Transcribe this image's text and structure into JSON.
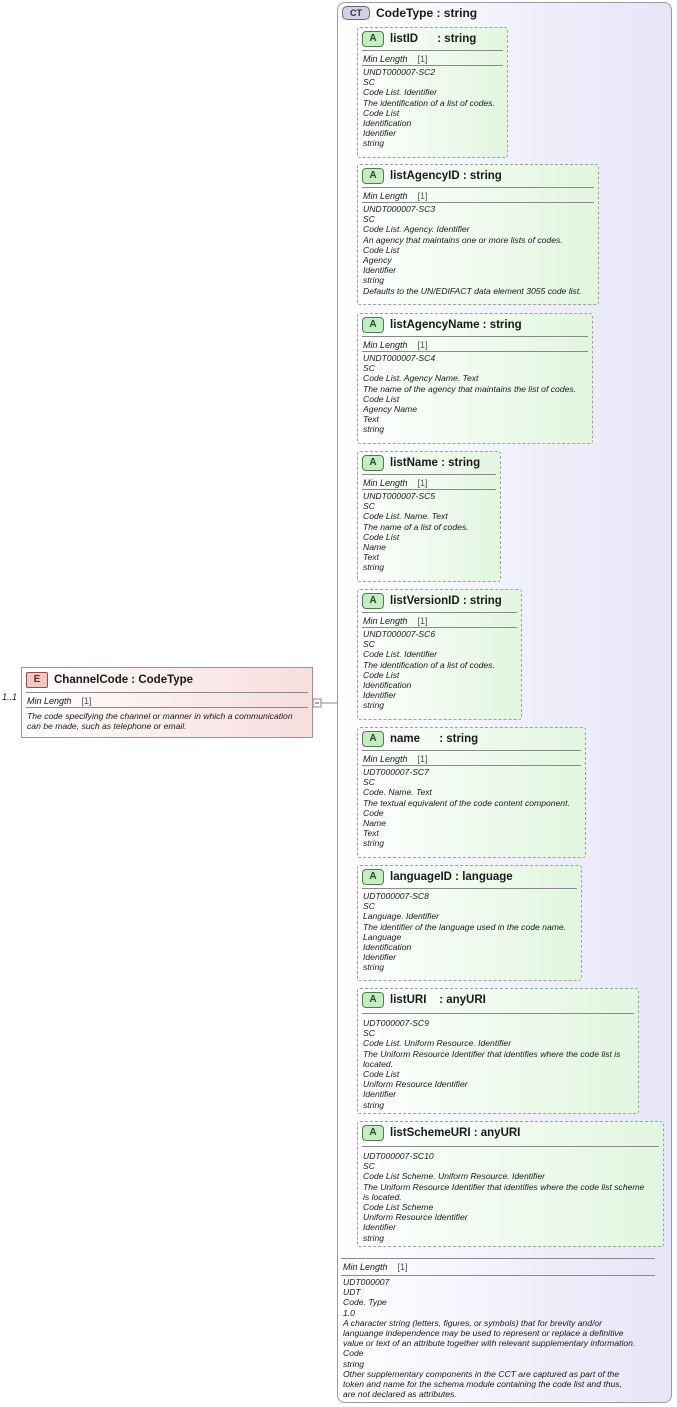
{
  "element": {
    "badge": "E",
    "title": "ChannelCode : CodeType",
    "facet_label": "Min Length",
    "facet_value": "[1]",
    "doc": "The code specifying the channel or manner in which a communication\ncan be made, such as telephone or email.",
    "multiplicity": "1..1"
  },
  "complex_type": {
    "badge": "CT",
    "title": "CodeType : string",
    "facet_label": "Min Length",
    "facet_value": "[1]",
    "doc": "UDT000007\nUDT\nCode. Type\n1.0\nA character string (letters, figures, or symbols) that for brevity and/or\nlanguange independence may be used to represent or replace a definitive\nvalue or text of an attribute together with relevant supplementary information.\nCode\nstring\nOther supplementary components in the CCT are captured as part of the\ntoken and name for the schema module containing the code list and thus,\nare not declared as attributes."
  },
  "attributes": [
    {
      "badge": "A",
      "title": "listID      : string",
      "facet_label": "Min Length",
      "facet_value": "[1]",
      "doc": "UNDT000007-SC2\nSC\nCode List. Identifier\nThe identification of a list of codes.\nCode List\nIdentification\nIdentifier\nstring"
    },
    {
      "badge": "A",
      "title": "listAgencyID : string",
      "facet_label": "Min Length",
      "facet_value": "[1]",
      "doc": "UNDT000007-SC3\nSC\nCode List. Agency. Identifier\nAn agency that maintains one or more lists of codes.\nCode List\nAgency\nIdentifier\nstring\nDefaults to the UN/EDIFACT data element 3055 code list."
    },
    {
      "badge": "A",
      "title": "listAgencyName : string",
      "facet_label": "Min Length",
      "facet_value": "[1]",
      "doc": "UNDT000007-SC4\nSC\nCode List. Agency Name. Text\nThe name of the agency that maintains the list of codes.\nCode List\nAgency Name\nText\nstring"
    },
    {
      "badge": "A",
      "title": "listName : string",
      "facet_label": "Min Length",
      "facet_value": "[1]",
      "doc": "UNDT000007-SC5\nSC\nCode List. Name. Text\nThe name of a list of codes.\nCode List\nName\nText\nstring"
    },
    {
      "badge": "A",
      "title": "listVersionID : string",
      "facet_label": "Min Length",
      "facet_value": "[1]",
      "doc": "UNDT000007-SC6\nSC\nCode List. Identifier\nThe identification of a list of codes.\nCode List\nIdentification\nIdentifier\nstring"
    },
    {
      "badge": "A",
      "title": "name      : string",
      "facet_label": "Min Length",
      "facet_value": "[1]",
      "doc": "UDT000007-SC7\nSC\nCode. Name. Text\nThe textual equivalent of the code content component.\nCode\nName\nText\nstring"
    },
    {
      "badge": "A",
      "title": "languageID : language",
      "facet_label": "",
      "facet_value": "",
      "doc": "UDT000007-SC8\nSC\nLanguage. Identifier\nThe identifier of the language used in the code name.\nLanguage\nIdentification\nIdentifier\nstring"
    },
    {
      "badge": "A",
      "title": "listURI    : anyURI",
      "facet_label": "",
      "facet_value": "",
      "doc": "UDT000007-SC9\nSC\nCode List. Uniform Resource. Identifier\nThe Uniform Resource Identifier that identifies where the code list is\nlocated.\nCode List\nUniform Resource Identifier\nIdentifier\nstring"
    },
    {
      "badge": "A",
      "title": "listSchemeURI : anyURI",
      "facet_label": "",
      "facet_value": "",
      "doc": "UDT000007-SC10\nSC\nCode List Scheme. Uniform Resource. Identifier\nThe Uniform Resource Identifier that identifies where the code list scheme\nis located.\nCode List Scheme\nUniform Resource Identifier\nIdentifier\nstring"
    }
  ]
}
